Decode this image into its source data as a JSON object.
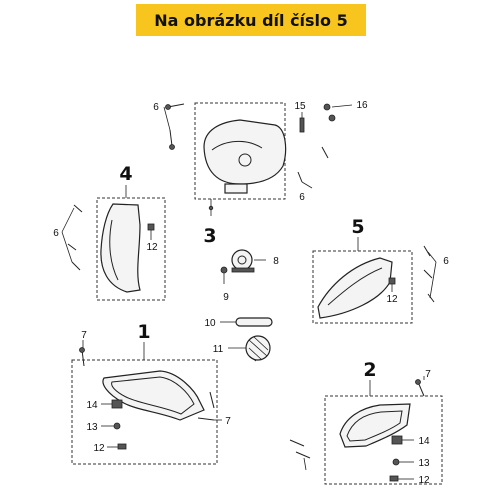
{
  "banner": {
    "title": "Na obrázku díl číslo 5",
    "color": "#f7c51e"
  },
  "groups": [
    {
      "number": "1"
    },
    {
      "number": "2"
    },
    {
      "number": "3"
    },
    {
      "number": "4"
    },
    {
      "number": "5"
    }
  ],
  "callouts": [
    "6",
    "6",
    "6",
    "6",
    "7",
    "7",
    "7",
    "8",
    "9",
    "10",
    "11",
    "12",
    "12",
    "12",
    "12",
    "13",
    "13",
    "14",
    "14",
    "15",
    "16"
  ]
}
